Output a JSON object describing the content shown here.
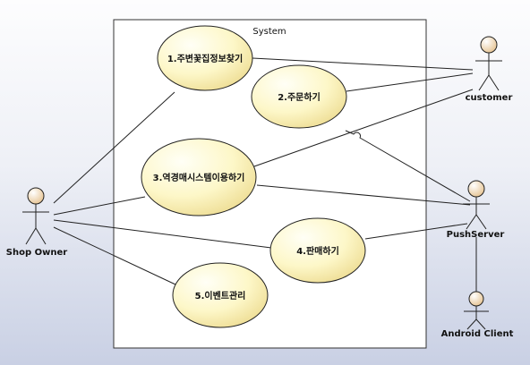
{
  "system": {
    "label": "System"
  },
  "actors": {
    "shop_owner": "Shop Owner",
    "customer": "customer",
    "push_server": "PushServer",
    "android_client": "Android Client"
  },
  "use_cases": {
    "uc1": "1.주변꽃집정보찾기",
    "uc2": "2.주문하기",
    "uc3": "3.역경매시스템이용하기",
    "uc4": "4.판매하기",
    "uc5": "5.이벤트관리"
  },
  "colors": {
    "usecase_fill": "#fffde0",
    "usecase_fill_edge": "#f3e49a",
    "line": "#222222",
    "system_border": "#333333",
    "system_fill": "#ffffff",
    "actor_head": "#f4e0c2"
  }
}
